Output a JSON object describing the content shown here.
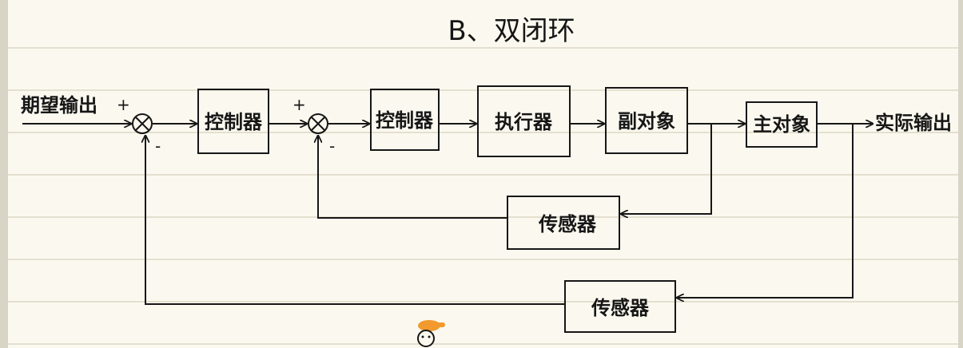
{
  "title": "B、双闭环",
  "input_label": "期望输出",
  "output_label": "实际输出",
  "blocks": {
    "controller_outer": "控制器",
    "controller_inner": "控制器",
    "actuator": "执行器",
    "secondary_plant": "副对象",
    "primary_plant": "主对象",
    "sensor_inner": "传感器",
    "sensor_outer": "传感器"
  },
  "signs": {
    "sum1_plus": "+",
    "sum1_minus": "-",
    "sum2_plus": "+",
    "sum2_minus": "-"
  },
  "colors": {
    "ink": "#161616",
    "paper": "#fbf9ef",
    "rule": "#e4dfcf"
  }
}
